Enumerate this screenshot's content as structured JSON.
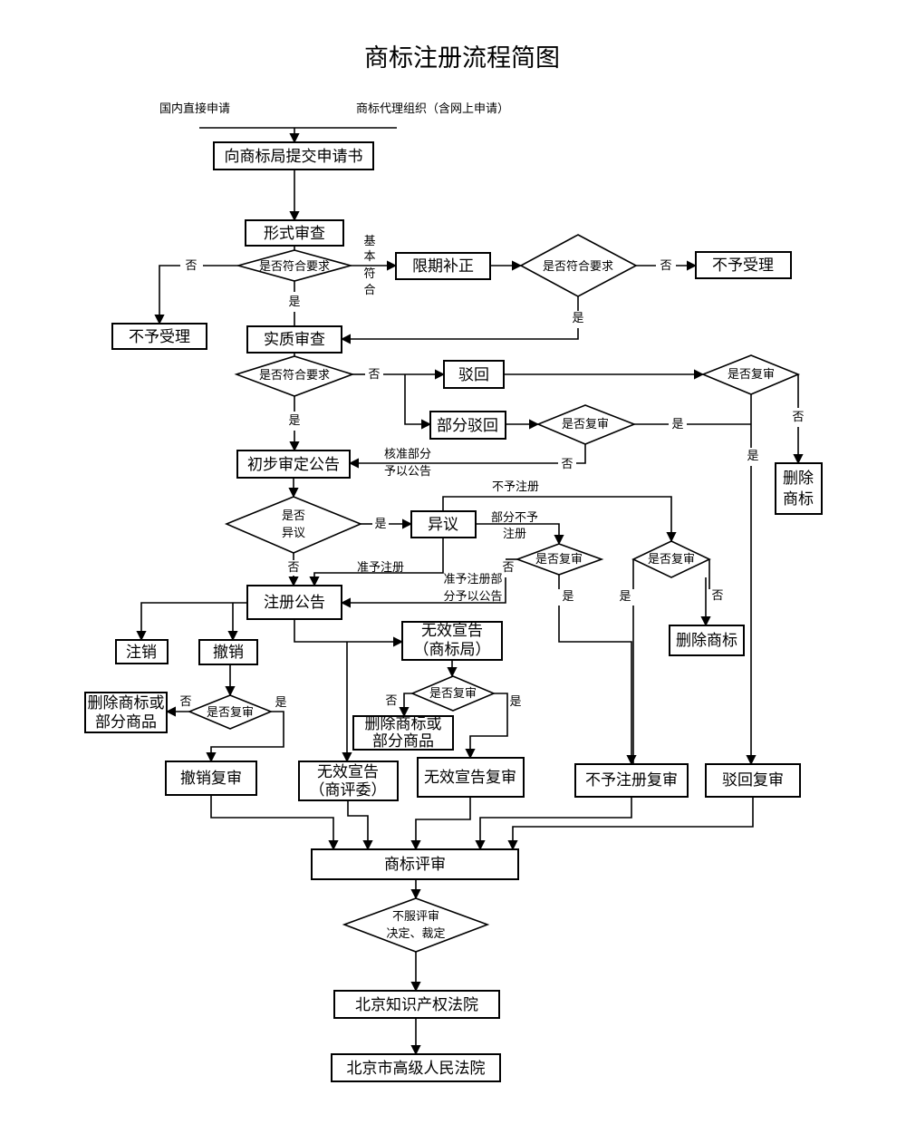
{
  "title": "商标注册流程简图",
  "sources": {
    "domestic": "国内直接申请",
    "agency": "商标代理组织（含网上申请）"
  },
  "nodes": {
    "submit": "向商标局提交申请书",
    "formal_review": "形式审查",
    "meets_req_1": "是否符合要求",
    "basic_line1": "基",
    "basic_line2": "本",
    "basic_line3": "符",
    "basic_line4": "合",
    "correction": "限期补正",
    "meets_req_2": "是否符合要求",
    "reject_1": "不予受理",
    "reject_2": "不予受理",
    "substantive_review": "实质审查",
    "meets_req_3": "是否符合要求",
    "reject_rebut": "驳回",
    "partial_rebut": "部分驳回",
    "review_q_1": "是否复审",
    "review_q_2": "是否复审",
    "delete_mark_1_line1": "删除",
    "delete_mark_1_line2": "商标",
    "approve_partial_line1": "核准部分",
    "approve_partial_line2": "予以公告",
    "prelim_notice": "初步审定公告",
    "objection_q_line1": "是否",
    "objection_q_line2": "异议",
    "objection": "异议",
    "no_register": "不予注册",
    "partial_no_register_line1": "部分不予",
    "partial_no_register_line2": "注册",
    "review_q_3": "是否复审",
    "review_q_4": "是否复审",
    "approve_register": "准予注册",
    "approve_partial_register_line1": "准予注册部",
    "approve_partial_register_line2": "分予以公告",
    "register_notice": "注册公告",
    "delete_mark_2": "删除商标",
    "cancel_reg": "注销",
    "revoke": "撤销",
    "invalid_tmo_line1": "无效宣告",
    "invalid_tmo_line2": "（商标局）",
    "review_q_5": "是否复审",
    "review_q_6": "是否复审",
    "delete_partial_1_line1": "删除商标或",
    "delete_partial_1_line2": "部分商品",
    "delete_partial_2_line1": "删除商标或",
    "delete_partial_2_line2": "部分商品",
    "revoke_review": "撤销复审",
    "invalid_trab_line1": "无效宣告",
    "invalid_trab_line2": "（商评委）",
    "invalid_review": "无效宣告复审",
    "no_register_review": "不予注册复审",
    "rebut_review": "驳回复审",
    "trab": "商标评审",
    "disagree_line1": "不服评审",
    "disagree_line2": "决定、裁定",
    "ip_court": "北京知识产权法院",
    "high_court": "北京市高级人民法院"
  },
  "edge_labels": {
    "yes": "是",
    "no": "否"
  }
}
